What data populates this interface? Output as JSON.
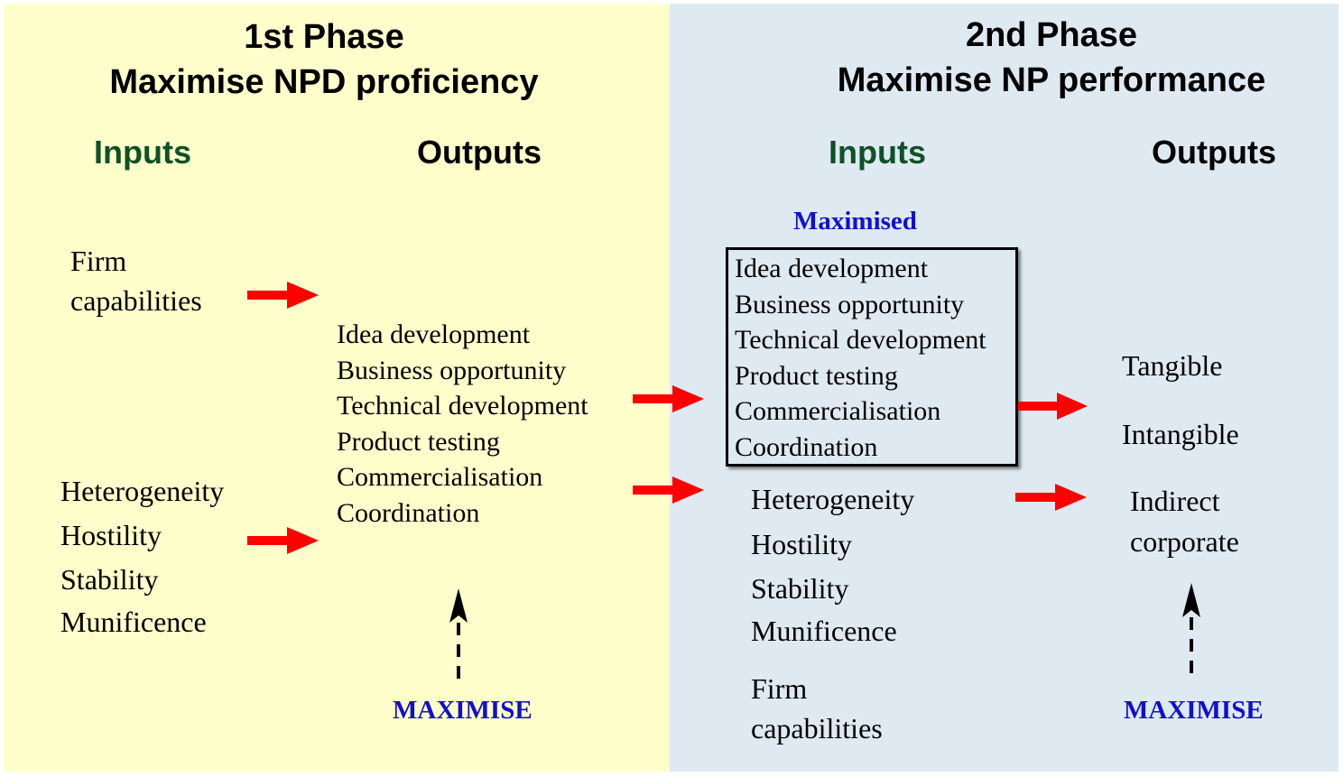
{
  "phase1": {
    "title_line1": "1st Phase",
    "title_line2": "Maximise NPD proficiency",
    "inputs_label": "Inputs",
    "outputs_label": "Outputs",
    "firm_capabilities": [
      "Firm",
      "capabilities"
    ],
    "environment": [
      "Heterogeneity",
      "Hostility",
      "Stability",
      "Munificence"
    ],
    "outputs": [
      "Idea development",
      "Business opportunity",
      "Technical development",
      "Product testing",
      "Commercialisation",
      "Coordination"
    ],
    "maximise_label": "MAXIMISE"
  },
  "phase2": {
    "title_line1": "2nd Phase",
    "title_line2": "Maximise NP performance",
    "inputs_label": "Inputs",
    "outputs_label": "Outputs",
    "maximised_label": "Maximised",
    "maximised_items": [
      "Idea development",
      "Business opportunity",
      "Technical development",
      "Product testing",
      "Commercialisation",
      "Coordination"
    ],
    "environment": [
      "Heterogeneity",
      "Hostility",
      "Stability",
      "Munificence"
    ],
    "firm_capabilities": [
      "Firm",
      "capabilities"
    ],
    "outputs": [
      "Tangible",
      "Intangible",
      "Indirect",
      "corporate"
    ],
    "maximise_label": "MAXIMISE"
  },
  "colors": {
    "left_background": "#ffffcc",
    "right_background": "#dfe9f1",
    "inputs_green": "#0e5126",
    "maximise_blue": "#1010cc",
    "arrow_red": "#ff0000"
  }
}
